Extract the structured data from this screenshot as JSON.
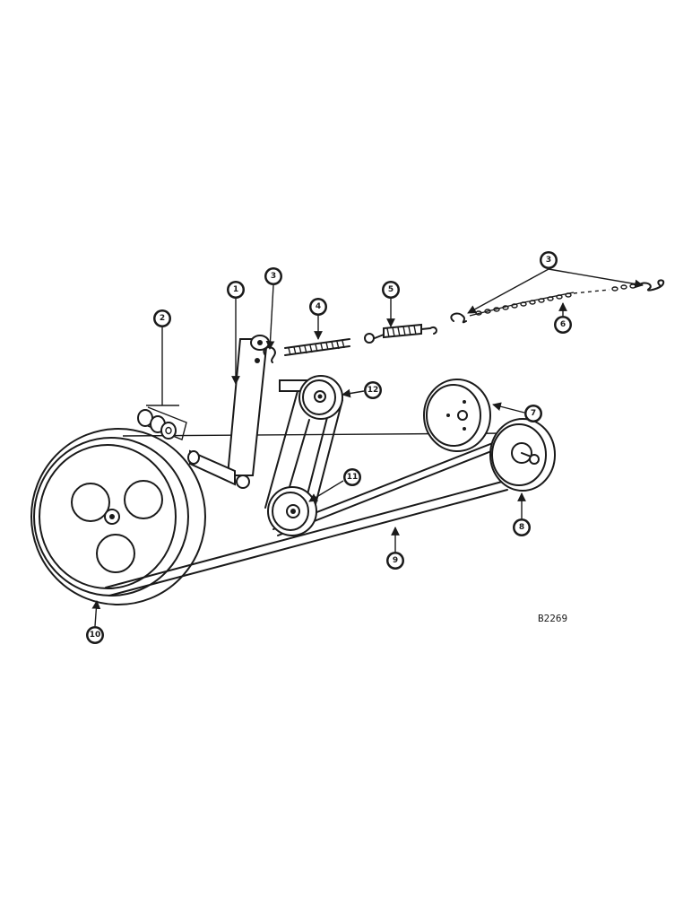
{
  "callouts": {
    "c1": "1",
    "c2": "2",
    "c3a": "3",
    "c3b": "3",
    "c4": "4",
    "c5": "5",
    "c6": "6",
    "c7": "7",
    "c8": "8",
    "c9": "9",
    "c10": "10",
    "c11": "11",
    "c12": "12"
  },
  "figure_code": "B2269"
}
